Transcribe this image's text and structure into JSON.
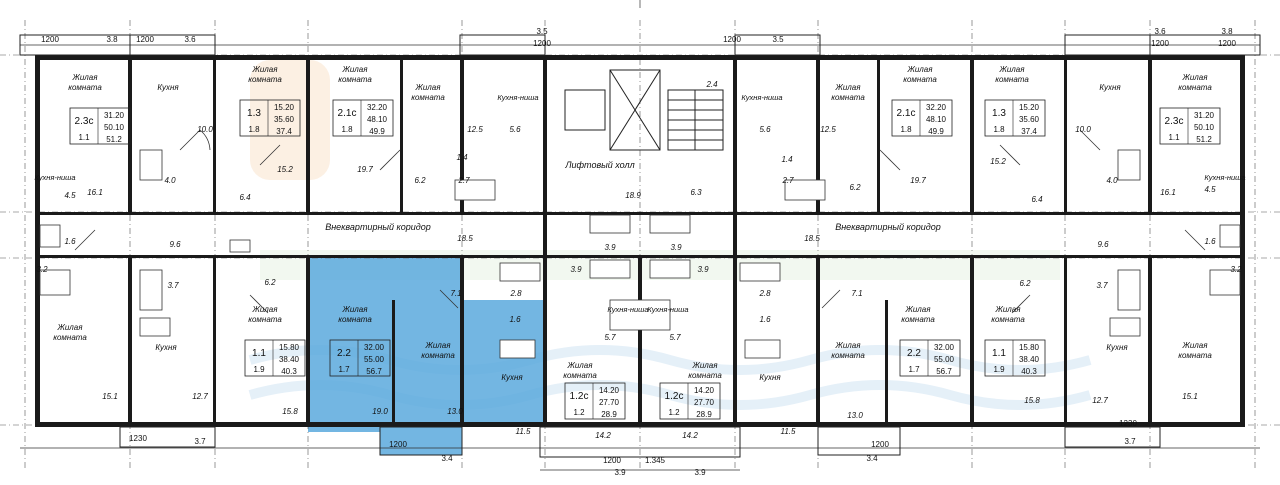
{
  "colors": {
    "highlight": "#5aa9dd",
    "highlight_light": "#9fcdea",
    "watermark_orange": "#f3c89a",
    "watermark_green": "#bfe0b4",
    "watermark_blue": "#cfe3f3",
    "wall": "#1a1a1a"
  },
  "corridors": {
    "left": "Внеквартирный коридор",
    "right": "Внеквартирный коридор",
    "lift_hall": "Лифтовый холл"
  },
  "room_labels": {
    "living": "Жилая комната",
    "kitchen": "Кухня",
    "kitchen_niche": "Кухня-ниша"
  },
  "apartments": [
    {
      "id": "a1",
      "type": "2.3с",
      "area1": "31.20",
      "area2": "50.10",
      "k": "1.1",
      "total": "51.2"
    },
    {
      "id": "a2",
      "type": "1.3",
      "area1": "15.20",
      "area2": "35.60",
      "k": "1.8",
      "total": "37.4"
    },
    {
      "id": "a3",
      "type": "2.1с",
      "area1": "32.20",
      "area2": "48.10",
      "k": "1.8",
      "total": "49.9"
    },
    {
      "id": "a4",
      "type": "2.1с",
      "area1": "32.20",
      "area2": "48.10",
      "k": "1.8",
      "total": "49.9"
    },
    {
      "id": "a5",
      "type": "1.3",
      "area1": "15.20",
      "area2": "35.60",
      "k": "1.8",
      "total": "37.4"
    },
    {
      "id": "a6",
      "type": "2.3с",
      "area1": "31.20",
      "area2": "50.10",
      "k": "1.1",
      "total": "51.2"
    },
    {
      "id": "a7",
      "type": "1.1",
      "area1": "15.80",
      "area2": "38.40",
      "k": "1.9",
      "total": "40.3"
    },
    {
      "id": "a8",
      "type": "2.2",
      "area1": "32.00",
      "area2": "55.00",
      "k": "1.7",
      "total": "56.7"
    },
    {
      "id": "a9",
      "type": "1.2с",
      "area1": "14.20",
      "area2": "27.70",
      "k": "1.2",
      "total": "28.9"
    },
    {
      "id": "a10",
      "type": "1.2с",
      "area1": "14.20",
      "area2": "27.70",
      "k": "1.2",
      "total": "28.9"
    },
    {
      "id": "a11",
      "type": "2.2",
      "area1": "32.00",
      "area2": "55.00",
      "k": "1.7",
      "total": "56.7"
    },
    {
      "id": "a12",
      "type": "1.1",
      "area1": "15.80",
      "area2": "38.40",
      "k": "1.9",
      "total": "40.3"
    }
  ],
  "room_areas": {
    "top": [
      "10.0",
      "4.0",
      "16.1",
      "4.5",
      "6.4",
      "15.2",
      "19.7",
      "6.2",
      "12.5",
      "5.6",
      "1.4",
      "2.7",
      "18.9",
      "2.4",
      "6.3",
      "5.6",
      "12.5",
      "1.4",
      "2.7",
      "6.2",
      "19.7",
      "15.2",
      "6.4",
      "10.0",
      "4.0",
      "16.1",
      "4.5"
    ],
    "middle": [
      "1.6",
      "9.6",
      "18.5",
      "3.9",
      "3.9",
      "18.5",
      "9.6",
      "1.6"
    ],
    "bottom": [
      "3.2",
      "3.7",
      "6.2",
      "7.1",
      "2.8",
      "1.6",
      "3.9",
      "5.7",
      "5.7",
      "3.9",
      "2.8",
      "1.6",
      "7.1",
      "6.2",
      "3.7",
      "3.2",
      "15.1",
      "12.7",
      "15.8",
      "19.0",
      "13.0",
      "11.5",
      "14.2",
      "14.2",
      "11.5",
      "13.0",
      "15.8",
      "12.7",
      "15.1"
    ]
  },
  "dimensions": {
    "top": [
      "1200",
      "3.8",
      "1200",
      "3.6",
      "3.5",
      "1200",
      "1200",
      "3.5",
      "2.4",
      "3.6",
      "1200",
      "3.8",
      "1200"
    ],
    "bottom": [
      "1230",
      "3.7",
      "1200",
      "3.4",
      "1200",
      "3.9",
      "1.345",
      "3.9",
      "1200",
      "3.4",
      "1230",
      "3.7"
    ]
  }
}
